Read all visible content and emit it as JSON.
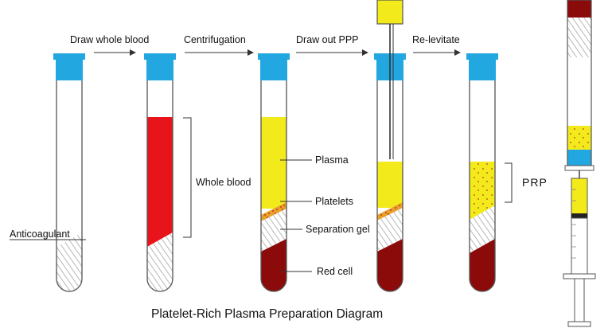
{
  "steps": {
    "draw_whole_blood": "Draw whole blood",
    "centrifugation": "Centrifugation",
    "draw_out_ppp": "Draw out PPP",
    "re_levitate": "Re-levitate"
  },
  "labels": {
    "anticoagulant": "Anticoagulant",
    "whole_blood": "Whole blood",
    "plasma": "Plasma",
    "platelets": "Platelets",
    "separation_gel": "Separation gel",
    "red_cell": "Red cell",
    "prp": "PRP"
  },
  "caption": "Platelet-Rich Plasma Preparation Diagram",
  "colors": {
    "cap": "#23a7e0",
    "blood": "#e8141c",
    "plasma": "#f2ea1a",
    "red_cell": "#8b0b0b",
    "platelet_dots": "#d9741f",
    "hatch": "#999999"
  }
}
